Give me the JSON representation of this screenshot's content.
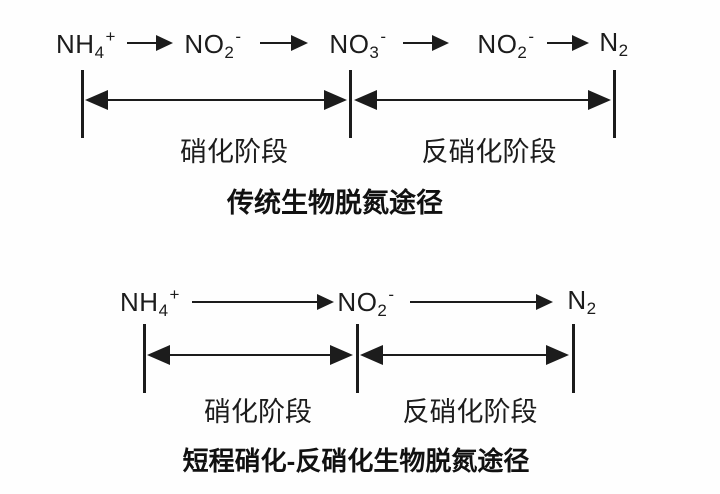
{
  "colors": {
    "ink": "#1c1c1c",
    "background": "#ffffff"
  },
  "top_diagram": {
    "species": [
      {
        "main": "NH",
        "sub": "4",
        "sup": "+"
      },
      {
        "main": "NO",
        "sub": "2",
        "sup": "-"
      },
      {
        "main": "NO",
        "sub": "3",
        "sup": "-"
      },
      {
        "main": "NO",
        "sub": "2",
        "sup": "-"
      },
      {
        "main": "N",
        "sub": "2"
      }
    ],
    "stages": [
      {
        "label": "硝化阶段"
      },
      {
        "label": "反硝化阶段"
      }
    ],
    "title": "传统生物脱氮途径"
  },
  "bottom_diagram": {
    "species": [
      {
        "main": "NH",
        "sub": "4",
        "sup": "+"
      },
      {
        "main": "NO",
        "sub": "2",
        "sup": "-"
      },
      {
        "main": "N",
        "sub": "2"
      }
    ],
    "stages": [
      {
        "label": "硝化阶段"
      },
      {
        "label": "反硝化阶段"
      }
    ],
    "title": "短程硝化-反硝化生物脱氮途径"
  }
}
